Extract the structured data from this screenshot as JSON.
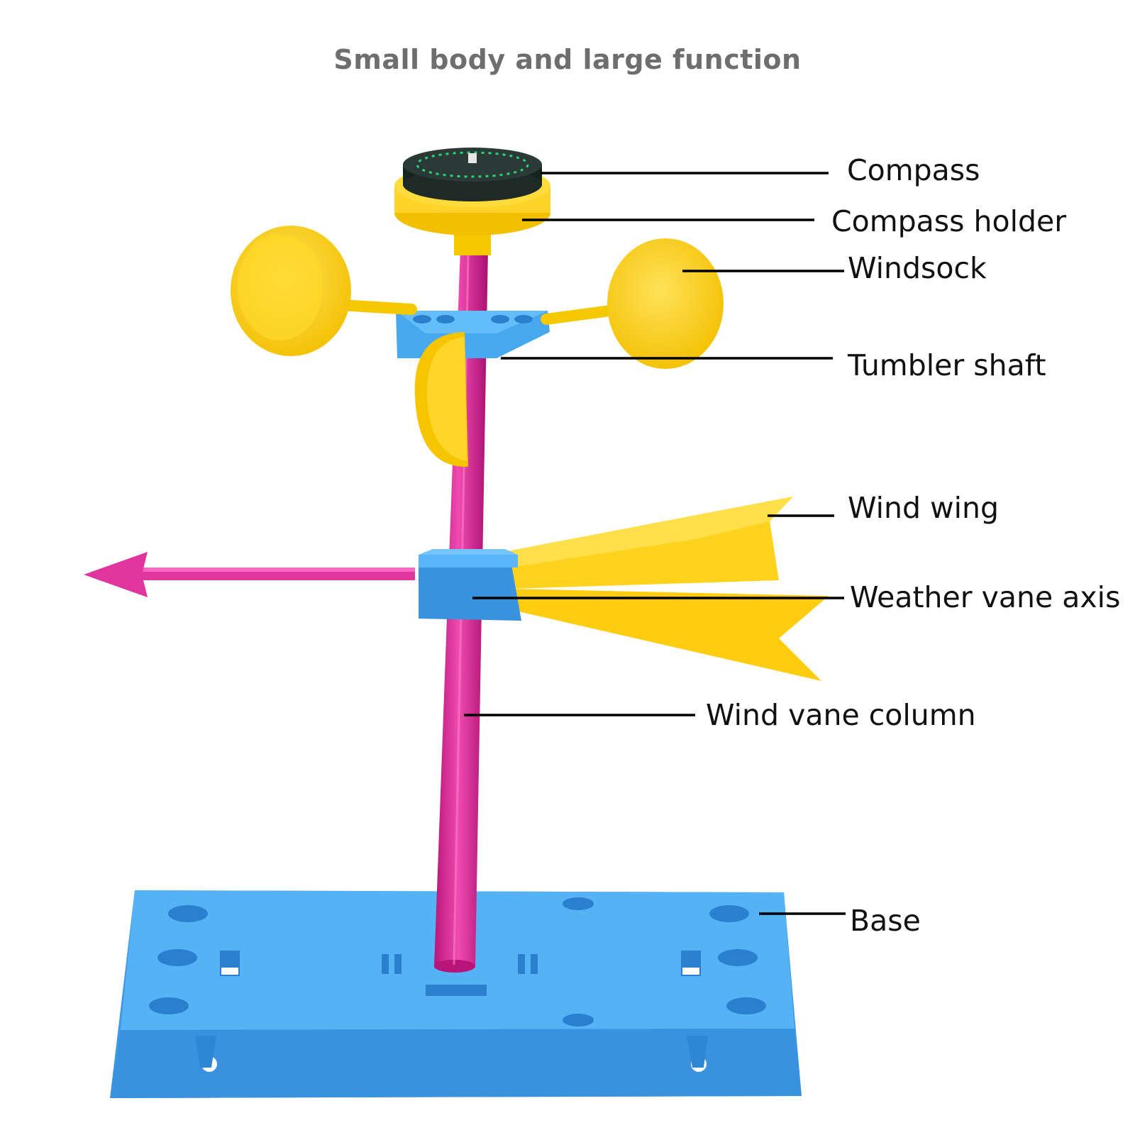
{
  "headline": "Small body and large function",
  "labels": {
    "compass": "Compass",
    "compass_holder": "Compass holder",
    "windsock": "Windsock",
    "tumbler_shaft": "Tumbler shaft",
    "wind_wing": "Wind wing",
    "weather_vane_axis": "Weather vane axis",
    "wind_vane_column": "Wind vane column",
    "base": "Base"
  },
  "colors": {
    "plastic_blue": "#4aa8ef",
    "plastic_magenta": "#e0359d",
    "plastic_yellow": "#ffd21e",
    "compass_face": "#1d2a26",
    "compass_mark": "#27d27a"
  }
}
